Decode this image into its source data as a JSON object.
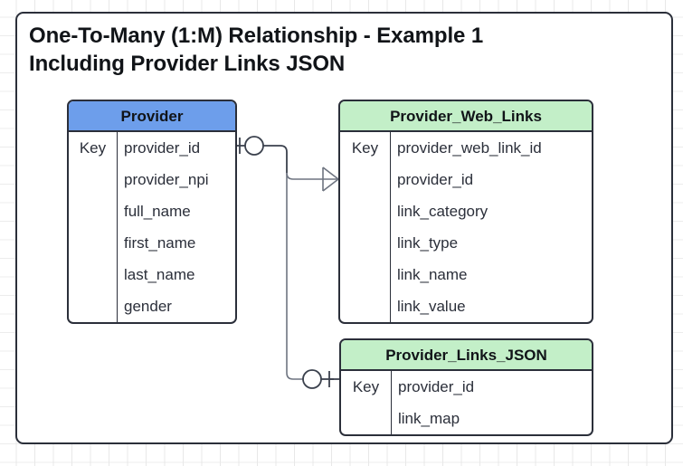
{
  "diagram": {
    "title_line1": "One-To-Many (1:M) Relationship - Example 1",
    "title_line2": "Including Provider Links JSON",
    "colors": {
      "header_blue": "#6D9EEB",
      "header_green": "#C3EFC8",
      "border": "#2B2F3A",
      "connector": "#6E7480",
      "text": "#2B2F3A",
      "canvas": "#FFFFFF"
    },
    "entities": [
      {
        "name": "Provider",
        "header_color": "#6D9EEB",
        "key_label": "Key",
        "attributes": [
          "provider_id",
          "provider_npi",
          "full_name",
          "first_name",
          "last_name",
          "gender"
        ]
      },
      {
        "name": "Provider_Web_Links",
        "header_color": "#C3EFC8",
        "key_label": "Key",
        "attributes": [
          "provider_web_link_id",
          "provider_id",
          "link_category",
          "link_type",
          "link_name",
          "link_value"
        ]
      },
      {
        "name": "Provider_Links_JSON",
        "header_color": "#C3EFC8",
        "key_label": "Key",
        "attributes": [
          "provider_id",
          "link_map"
        ]
      }
    ],
    "relationships": [
      {
        "from": "Provider",
        "to": "Provider_Web_Links",
        "from_cardinality": "one-and-only-one-optional",
        "to_cardinality": "many",
        "notation": "crows-foot"
      },
      {
        "from": "Provider",
        "to": "Provider_Links_JSON",
        "from_cardinality": "one-and-only-one-optional",
        "to_cardinality": "one",
        "notation": "crows-foot"
      }
    ]
  }
}
